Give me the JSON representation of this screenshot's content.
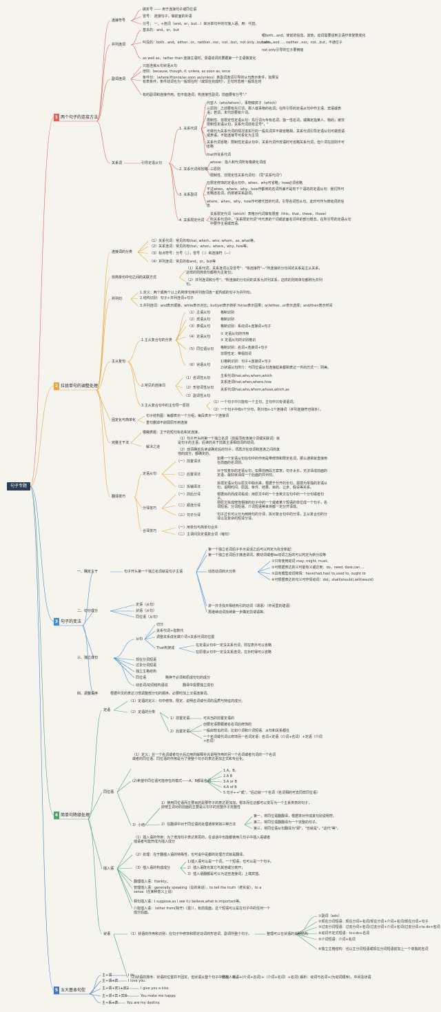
{
  "root": "句子专题",
  "colors": {
    "b1": "#e0625b",
    "b2": "#e8a33b",
    "b3": "#3f8fd1",
    "b4": "#4aa36a",
    "b5": "#4776c8"
  },
  "branches": [
    {
      "num": "1",
      "label": "两个句子的连接方法"
    },
    {
      "num": "2",
      "label": "拉拢单句的调整处理"
    },
    {
      "num": "3",
      "label": "句子的变法"
    },
    {
      "num": "4",
      "label": "简单句降级处理"
    },
    {
      "num": "5",
      "label": "五大基本句型"
    }
  ],
  "b1": {
    "l1": [
      "连接符号",
      "并列连词",
      "副词连词",
      "关系词"
    ],
    "s1": [
      "破折号 ——      用于连接句子或同位语",
      "冒号：      连接句子，做前面的补语",
      "分号；      一、+连词（and，or，but...）来对单句中的句施入语，用：代替。"
    ],
    "s2a": [
      "基本的：and，or，but",
      "叫没的：both...and，either...or，neither...nor，not...but，not only...but also，"
    ],
    "s2b": [
      "眼both...and，使前的信息，其他，动词需要说到主语作单复数变化",
      "both...and .... neither...nor，not...but，不通位子",
      "not only引导的位子要倒装"
    ],
    "s2c": "as well as、rather than        连接主语时，谓语动词的要跟第一个主语做变化",
    "s3": [
      "只能连接从句状语从句",
      "增则：because, though, if, unless, as soon as, once",
      "条件句：（where/if/once/as soon as/unless）条副词连词引导的从句表示条件，如果没有表条件，条件动词也为一般现在时（或现在完成时），主句时态用一般现在时",
      "有的副词和连接作用，但不能连词，构连接性副词，前面要有分号\";\""
    ],
    "s4a": "引导定语从句",
    "s4b": [
      "1. 关系代词",
      "2. 关系代词和省略",
      "3. 关系副词",
      "4. 关系限定代词"
    ],
    "s4c": [
      "代替人（who/whom），事物做宾子（which）",
      "三原则：之前要有先行词，那人或事物的名词；在所引导的定语从句中作主语、宾语或表语；若词，未代前要有介词。",
      "限制性、非限定性定语从句：先行词为专有名词、独一性名词，或确定指某人、物的，被非限制性定语从句，关系代词前有逗号\"，\"",
      "可做代为关系代词的情况进实行的一般先词并不做省略相，关系代词引导定语从句可做宾语或表语，不能连接号可看化为主词",
      "关系代词省略：限制性定语从句中，关系代词作宾语时可省略关系代词，但介词在前则不可省略",
      "that作关系代词",
      "whose：指人和代词所有格做化词成",
      "三原则",
      "限制性、非限定性关系代词句：（同\"关系代词\"）",
      "在限定修饰的定语从句中，when、why可省略，how必须省略",
      "不过when、where、why、how作都用的名词所兼不是有下个语的的定语从句：我们所可省略连名词，而按被关系副词。",
      "where、when、why、how作可被代替的代词，引导名词性从句，此时可作为修动词的信息",
      "关系限定代词（which）表格示代词做有限度（this，that，these，those）",
      "所关系代词中，\"关系限定代词\"可代表的个词或前面名词中的部分概念。在所引导的定语从句中要作主语或宾语。"
    ]
  },
  "b2": {
    "l1": [
      "连接词的分类",
      "非简单句中句之间的关联方式",
      "并列句",
      "主从复句",
      "固定化与简单化",
      "完整主干法",
      "翻译技巧"
    ],
    "s1": [
      "（1）关系代词：常见的有that, which，who, whom，as, what等。",
      "（2）关系连词：常见的有that，when，where，why, how等。",
      "（3）标点符号：分号（；），冒号（：）和连接符（—）",
      "（4）并列连词：常见的有and，or，but等"
    ],
    "s2": [
      "（1）关系代词，关系连词以及冒号\"：\"将连接符\"—\"所连接的分句间的关系是主从关系，这样的则简单句都称为主复句；",
      "（2）并列连词和分号\"；\"所连接的分句间的关系为并列关系，这样的则简单句都称为并列句。"
    ],
    "s3": [
      "1.定义：两个或两个以上的简单句用并列连词连一起构成的句子为并列句。",
      "2.结构识别：句子+并列连词+句子",
      "3.并列连词：and表示顺接，while表示对比；but/yet表示转折        for/so表示因果；or/either...or表示选择；and/then表示时间"
    ],
    "s4a": [
      "1.主从复合句的分类",
      "2.常见的连接词",
      "3.主从复合句中的主句导一原则"
    ],
    "s4b": [
      "（1）主语从句",
      "（2）宾语从句",
      "（3）表语从句",
      "（4）定语从句",
      "（5）同位语从句",
      "（6）状语从句",
      "（1）名词性从句",
      "（2）形容词性从句",
      "（3）副词性从句",
      "（1）一个句子中只能有一个主句，主句中只有谓语词；",
      "（2）一个句子中有n个分句，则只有n-1个连接词（并列连接符也除外）。"
    ],
    "s4c": [
      "格制识别",
      "格制识别",
      "格制识别：系动词+连接词+句子",
      "① 定语从句的作用",
      "② 定语从句的识别格识",
      "格制识别：名词+连接词+句子",
      "非限性定：带视前词",
      "1)格制识别：句子+连接词+句子",
      "2)状语从句所介：与同位语从句连接起来都和表达一件的方式一：则美。",
      "主系代词that,who,whom,which",
      "关系连词that,when,where,how",
      "关系代词that,who,whom,whose,which,as"
    ],
    "s5": [
      "句子结构图：每都表示一个分组，每段表示一个连接词",
      "重句删掉不削弱原形用连接",
      "模糊表题：主干的短句标名和定连接，"
    ],
    "s6": [
      "（1）句子开头的第一个独立名词（前提须有连接介词或关联词）就是句子的主语，后读的关于前其主语相动词的动词。",
      "（2）动词确定后读谈确定后的句子，须再次在动词和连连之间的其他的成分，都确定的。"
    ],
    "s6l": "解决之道",
    "s7a": [
      "定语从句",
      "分译技巧",
      "合译技巧"
    ],
    "s7b": [
      "（一）前置译法",
      "（二）后置译法",
      "（三）拆辅译法",
      "（一）前后分译",
      "（二）顺连分译",
      "（三）句子分译",
      "（一）用单句与简单句合并",
      "（二）主谓间及定语复合词（缩句）"
    ],
    "s7c": [
      "如果一个定语从句在句中的作用是带修饰和限定名词，那么通常就直接用在前面的名词前。",
      "对于较复杂的定语从句，如果前两段方案意，句子太长，无法译成前面的定语，最好就译成一个后面的并列句。",
      "拆把定语从句从原文中取出来，根据于分开的长句，需把为单独的定语从句，说明时间、原因、条件、结果、目的、让步、假设等关系。",
      "根据目的而成词看成：用原文中的一个含英文在句中的一个分句或者句子。",
      "把原文拆成修饰相接的句子中的一个或者某个短语的单位成一个句子，名词短语、分词短语、介词短语等来将都一定分开译成。",
      "句子过长可以分为两两句的分译，拆对复合句中的分译，主从复合句的分译以及复杂的短译分译。"
    ]
  },
  "b3": {
    "l1": [
      "一、确定主干",
      "二、切分成分",
      "三、独立成句",
      "四、调整语序"
    ],
    "s1": "句子开头第一个独立名词就是句子主语",
    "s1b": "第一个独立名词后子手示说话之后可以判定为完全新起：",
    "s1c": [
      "第一个独立名词后子接连谓词，教动词或者be动词之后的可以判定为新分段等",
      "动态动词四大分类",
      "讲一并寻找并相结构引的动词（谓语）（中间里的建语）",
      "再继续动词找续第一步确定前谓语等。"
    ],
    "s1d": [
      "①只有使用动词 may, might, must,",
      "②可根据表达的义可能有义或达到：do，need, dare,can....",
      "③具有模型动词和情：have(had,has) to,used to, ought to",
      "④可根据表达的句义可作情动词：did；shall(should),will(would)"
    ],
    "s2": [
      "定语（从句）",
      "状语（从句）",
      "同位语（从句）"
    ],
    "s3a": [
      "从句",
      "现在分词短语",
      "过去分词短语",
      "独立主格结构",
      "同位语",
      "动名词/动词结构语说"
    ],
    "s3b": [
      "切分",
      "关系代词+指数代",
      "调整关系成化做介词+关系代词的位置",
      "That构架成"
    ],
    "s3c": [
      "在定语从句中一定没关系代词，则在表外可以省略",
      "在原很从句中一定没关系连词，在补时得可以省略"
    ],
    "s3d": "略换干必须和原成句句的成分",
    "s3e": "翻译中需要独立成句",
    "s4": "根据中文的表达习惯调整部分句的顺序。必要时加上汉语连接词。"
  },
  "b4": {
    "l1": [
      "定语",
      "同位语",
      "插入语",
      "状语"
    ],
    "s1": [
      "（1）定语的定义：句中修饰、限定、说明名词或代词的品质与特征的成分。",
      "（2）定语的分类"
    ],
    "s1b": [
      "1）前置定语",
      "2）后置定语"
    ],
    "s1c": [
      "可充当的前置定语的",
      "创要定语要跟被名名词后修饰的",
      "一般由较长的词，比如介词和介词短语、从句和关系都在",
      "一个名词或代词以修饰另一名词定语：名词+定语（介词+名词）+定语（介词+名词）"
    ],
    "s2": [
      "（1）定义：在一个名词或者句子后边用的解释补充说明作用的另一个名词或者代词的一个名词或者的同位语。同位语的作用是为了使整个句子的表达更加正式和专业化。",
      "(2)希望中同位语可能存在的模式——A，B都是名词",
      "3）小结"
    ],
    "s2b": [
      "1.A，B，",
      "2.A B",
      "3.A or B",
      "4.A of B",
      "5.句子++\"或\"，\"后边就一个名词（名词相的可去同样同位语）"
    ],
    "s2c": [
      "1）使用同位语而主要目的是要符子的表达更加加，根本而在这都可以变写为一个主系类表的句子，即使主词对的前面的主要是以句子的完整外子完整性",
      "2）在翻译中对于同位语的处理通常常如三种方法"
    ],
    "s2d": [
      "第一，将同位语翻翻译，根据将对作成其句别说明符。",
      "第二，将同位语翻翻译为一个完整的句子。",
      "第三，将同位语从句翻译为\"即\"，\"也就是\"，\"这代\"等\"。"
    ],
    "s3": [
      "（1）插入语的作用：为了增加句子表达意思的，在谈话中也能都使用几句子中插入语或者插语者可能开成为插入成分",
      "（2）处理：在于翻插入语的特殊性，也可说中是都的处理方式就是翻译。",
      "（3）插入语的构成成分",
      "翻理插入语：frankly；",
      "管理插入语：generally speaking（总的来说），to tell the truth（老实说），to a sense（在某种意义上说）",
      "相句插入语：I suppose,as I see it,I believe,what is important等。",
      "介能插入语：（other from(除开)（需）），有前需面，这个短语可以是在句子中的任何一个成分后面。"
    ],
    "s3b": [
      "1)插入语可以是一个词，一个短语，也可以是一个句子。",
      "2）插入语既也其它与其他或分离开；",
      "3）插入语翻都是可以为这些连接词；上端宾插。"
    ],
    "s4": [
      "（1）状语的作用和识别：在句子中修饰和限定动词的形容词、副词所整个句子。",
      "（2)状语的排序：状语的位置并不固定，但状语从整个句子中则放人本。"
    ],
    "s4b": "整理可以在状语的说明结构",
    "s4c": [
      "①副词（adv）",
      "②现在分词短语：现在分词+名词/现在分词+介词+名词/现在分词+句子",
      "③过去分词短语：过去分词+名词/过去分词+介词+名词/过去分词+to do+名词",
      "④动词不定式短语：to+do+名词",
      "⑤介词短语：介词+名词",
      "⑥独立主格结构：也以主分词短语或现在分词短语前加上一个单独的名词"
    ],
    "s4d": "结构：动语+(介词+名词)+（介词+名词）+名词)             解析：动词与名词+(为动词顺序)，中间及状语"
  },
  "b5": {
    "patterns": [
      "主+谓",
      "主+谓+宾",
      "主+谓+宾1+宾2",
      "主+谓+宾+宾补",
      "主+系+表"
    ],
    "examples": [
      "I do.",
      "I love you.",
      "I give you a kiss.",
      "You make me happy.",
      "You are my destiny."
    ]
  }
}
